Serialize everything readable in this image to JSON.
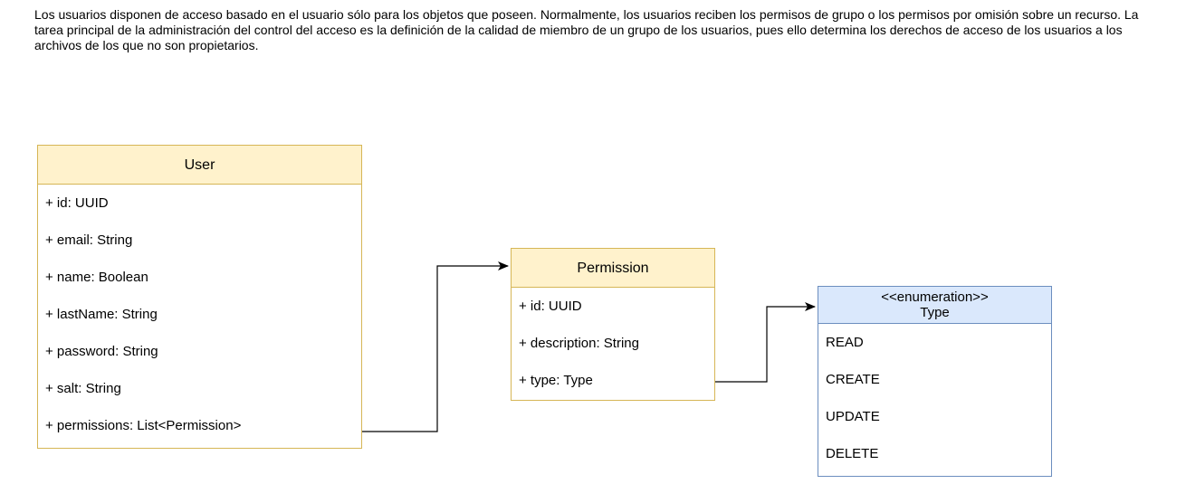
{
  "intro_text": "Los usuarios disponen de acceso basado en el usuario sólo para los objetos que poseen. Normalmente, los usuarios reciben los permisos de grupo o los permisos por omisión sobre un recurso. La tarea principal de la administración del control del acceso es la definición de la calidad de miembro de un grupo de los usuarios, pues ello determina los derechos de acceso de los usuarios a los archivos de los que no son propietarios.",
  "colors": {
    "class_fill": "#fff2cc",
    "class_stroke": "#d6b656",
    "enum_fill": "#dae8fc",
    "enum_stroke": "#6c8ebf",
    "edge": "#000000"
  },
  "user": {
    "name": "User",
    "attributes": [
      "+ id: UUID",
      "+ email: String",
      "+ name: Boolean",
      "+ lastName: String",
      "+ password: String",
      "+ salt: String",
      "+ permissions: List<Permission>"
    ]
  },
  "permission": {
    "name": "Permission",
    "attributes": [
      "+ id: UUID",
      "+ description: String",
      "+ type:  Type"
    ]
  },
  "type_enum": {
    "stereotype": "<<enumeration>>",
    "name": "Type",
    "values": [
      "READ",
      "CREATE",
      "UPDATE",
      "DELETE"
    ]
  },
  "edges": [
    {
      "from": "User.permissions",
      "to": "Permission"
    },
    {
      "from": "Permission.type",
      "to": "Type"
    }
  ]
}
